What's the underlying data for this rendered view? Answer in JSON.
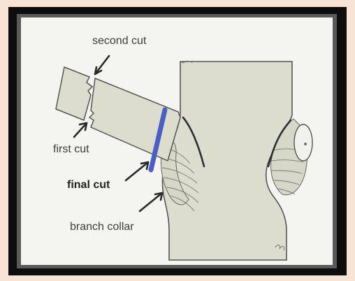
{
  "labels": {
    "second_cut": "second cut",
    "first_cut": "first cut",
    "final_cut": "final cut",
    "branch_collar": "branch collar"
  },
  "colors": {
    "page_background": "#f7e3d3",
    "frame": "#0d0d0d",
    "paper": "#f4f4f0",
    "wood": "#dcddcd",
    "outline": "#555555",
    "collar_line": "#2f2f3a",
    "cut_marker": "#4a5fc6"
  },
  "icons": {
    "arrow": "arrow-icon"
  }
}
